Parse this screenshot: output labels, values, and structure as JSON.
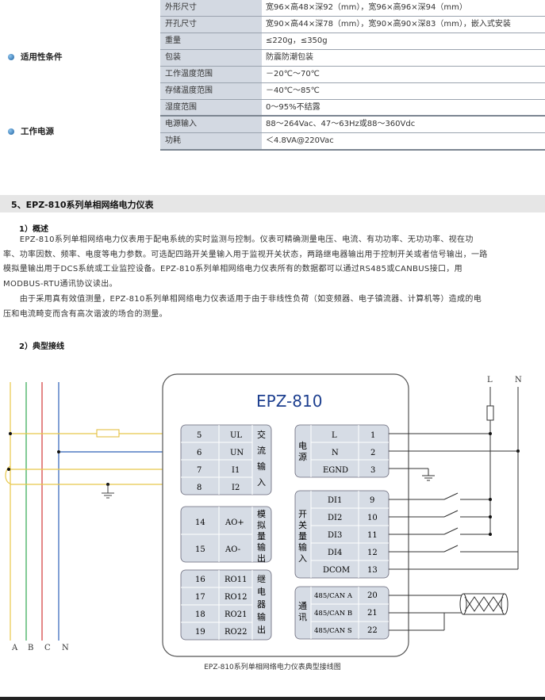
{
  "spec_groups": [
    {
      "name": "适用性条件"
    },
    {
      "name": "工作电源"
    }
  ],
  "spec_rows": [
    {
      "key": "外形尺寸",
      "value": "宽96×高48×深92（mm），宽96×高96×深94（mm）"
    },
    {
      "key": "开孔尺寸",
      "value": "宽90×高44×深78（mm），宽90×高90×深83（mm），嵌入式安装"
    },
    {
      "key": "重量",
      "value": "≤220g，≤350g"
    },
    {
      "key": "包装",
      "value": "防震防潮包装"
    },
    {
      "key": "工作温度范围",
      "value": "－20℃～70℃"
    },
    {
      "key": "存储温度范围",
      "value": "－40℃～85℃"
    },
    {
      "key": "湿度范围",
      "value": "0～95%不结露"
    },
    {
      "key": "电源输入",
      "value": "88～264Vac、47～63Hz或88～360Vdc"
    },
    {
      "key": "功耗",
      "value": "＜4.8VA@220Vac"
    }
  ],
  "section": {
    "title": "5、EPZ-810系列单相网络电力仪表",
    "overview_heading": "1）概述",
    "paragraph1": [
      "　　EPZ-810系列单相网络电力仪表用于配电系统的实时监测与控制。仪表可精确测量电压、电流、有功功率、无功功率、视在功",
      "率、功率因数、频率、电度等电力参数。可选配四路开关量输入用于监视开关状态，两路继电器输出用于控制开关或者信号输出，一路",
      "模拟量输出用于DCS系统或工业监控设备。EPZ-810系列单相网络电力仪表所有的数据都可以通过RS485或CANBUS接口，用",
      "MODBUS-RTU通讯协议读出。"
    ],
    "paragraph2": [
      "　　由于采用真有效值测量，EPZ-810系列单相网络电力仪表适用于由于非线性负荷（如变频器、电子镇流器、计算机等）造成的电",
      "压和电流畸变而含有高次谐波的场合的测量。"
    ],
    "wiring_heading": "2）典型接线"
  },
  "diagram": {
    "device_name": "EPZ-810",
    "left_phase_labels": [
      "A",
      "B",
      "C",
      "N"
    ],
    "right_line_labels": [
      "L",
      "N"
    ],
    "ac_input": {
      "title": [
        "交",
        "流",
        "输",
        "入"
      ],
      "rows": [
        {
          "num": "5",
          "name": "UL"
        },
        {
          "num": "6",
          "name": "UN"
        },
        {
          "num": "7",
          "name": "I1"
        },
        {
          "num": "8",
          "name": "I2"
        }
      ]
    },
    "analog_output": {
      "title": [
        "模",
        "拟",
        "量",
        "输",
        "出"
      ],
      "rows": [
        {
          "num": "14",
          "name": "AO+"
        },
        {
          "num": "15",
          "name": "AO-"
        }
      ]
    },
    "relay_output": {
      "title": [
        "继",
        "电",
        "器",
        "输",
        "出"
      ],
      "rows": [
        {
          "num": "16",
          "name": "RO11"
        },
        {
          "num": "17",
          "name": "RO12"
        },
        {
          "num": "18",
          "name": "RO21"
        },
        {
          "num": "19",
          "name": "RO22"
        }
      ]
    },
    "power": {
      "title": [
        "电",
        "源"
      ],
      "rows": [
        {
          "name": "L",
          "num": "1"
        },
        {
          "name": "N",
          "num": "2"
        },
        {
          "name": "EGND",
          "num": "3"
        }
      ]
    },
    "switch_input": {
      "title": [
        "开",
        "关",
        "量",
        "输",
        "入"
      ],
      "rows": [
        {
          "name": "DI1",
          "num": "9"
        },
        {
          "name": "DI2",
          "num": "10"
        },
        {
          "name": "DI3",
          "num": "11"
        },
        {
          "name": "DI4",
          "num": "12"
        },
        {
          "name": "DCOM",
          "num": "13"
        }
      ]
    },
    "comm": {
      "title": [
        "通",
        "讯"
      ],
      "rows": [
        {
          "name": "485/CAN A",
          "num": "20"
        },
        {
          "name": "485/CAN B",
          "num": "21"
        },
        {
          "name": "485/CAN S",
          "num": "22"
        }
      ]
    },
    "caption": "EPZ-810系列单相网络电力仪表典型接线图"
  }
}
